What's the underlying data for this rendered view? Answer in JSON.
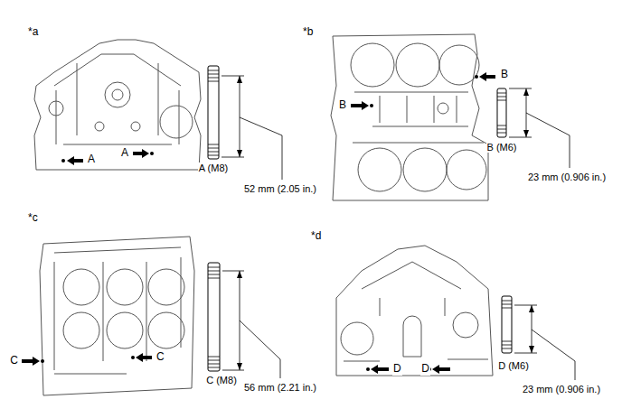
{
  "diagram": {
    "labels": [
      "*a",
      "A",
      "A",
      "A (M8)",
      "52 mm (2.05 in.)",
      "*b",
      "B",
      "B",
      "B (M6)",
      "23 mm (0.906 in.)",
      "*c",
      "C",
      "C",
      "C (M8)",
      "56 mm (2.21 in.)",
      "*d",
      "D",
      "D",
      "D (M6)",
      "23 mm (0.906 in.)"
    ]
  }
}
